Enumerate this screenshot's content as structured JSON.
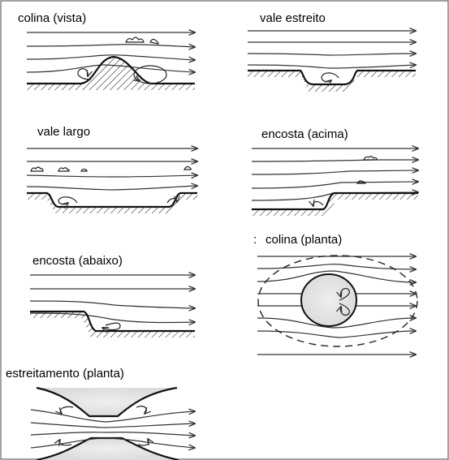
{
  "panels": [
    {
      "id": "hill-side",
      "label": "colina (vista)"
    },
    {
      "id": "narrow-valley",
      "label": "vale estreito"
    },
    {
      "id": "wide-valley",
      "label": "vale largo"
    },
    {
      "id": "slope-up",
      "label": "encosta (acima)"
    },
    {
      "id": "slope-down",
      "label": "encosta (abaixo)"
    },
    {
      "id": "hill-plan",
      "label": "colina (planta)"
    },
    {
      "id": "narrowing-plan",
      "label": "estreitamento (planta)"
    }
  ],
  "colors": {
    "stroke": "#333333",
    "ground": "#111111",
    "shade": "#e4e4e4",
    "frame": "#444444"
  }
}
